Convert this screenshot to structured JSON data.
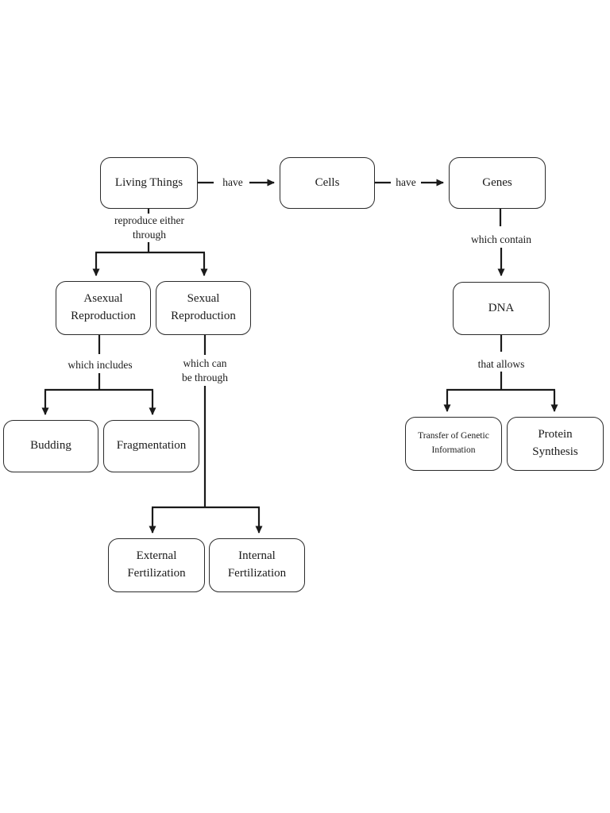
{
  "diagram": {
    "title": "Living things concept map",
    "colors": {
      "background": "#ffffff",
      "line": "#1a1a1a",
      "box_border": "#2b2b2b",
      "text": "#1b1b1b"
    },
    "nodes": {
      "living_things": {
        "label": "Living Things"
      },
      "cells": {
        "label": "Cells"
      },
      "genes": {
        "label": "Genes"
      },
      "asexual_reproduction": {
        "label": "Asexual\nReproduction"
      },
      "sexual_reproduction": {
        "label": "Sexual\nReproduction"
      },
      "dna": {
        "label": "DNA"
      },
      "budding": {
        "label": "Budding"
      },
      "fragmentation": {
        "label": "Fragmentation"
      },
      "transfer_genetic_information": {
        "label": "Transfer of Genetic\nInformation"
      },
      "protein_synthesis": {
        "label": "Protein\nSynthesis"
      },
      "external_fertilization": {
        "label": "External\nFertilization"
      },
      "internal_fertilization": {
        "label": "Internal\nFertilization"
      }
    },
    "edge_labels": {
      "have_1": "have",
      "have_2": "have",
      "reproduce_either_through": "reproduce either\nthrough",
      "which_contain": "which contain",
      "which_includes": "which includes",
      "which_can_be_through": "which can\nbe through",
      "that_allows": "that allows"
    },
    "edges": [
      {
        "from": "living_things",
        "to": "cells",
        "label": "have"
      },
      {
        "from": "cells",
        "to": "genes",
        "label": "have"
      },
      {
        "from": "living_things",
        "to": "asexual_reproduction",
        "label": "reproduce either through"
      },
      {
        "from": "living_things",
        "to": "sexual_reproduction",
        "label": "reproduce either through"
      },
      {
        "from": "genes",
        "to": "dna",
        "label": "which contain"
      },
      {
        "from": "asexual_reproduction",
        "to": "budding",
        "label": "which includes"
      },
      {
        "from": "asexual_reproduction",
        "to": "fragmentation",
        "label": "which includes"
      },
      {
        "from": "sexual_reproduction",
        "to": "external_fertilization",
        "label": "which can be through"
      },
      {
        "from": "sexual_reproduction",
        "to": "internal_fertilization",
        "label": "which can be through"
      },
      {
        "from": "dna",
        "to": "transfer_genetic_information",
        "label": "that allows"
      },
      {
        "from": "dna",
        "to": "protein_synthesis",
        "label": "that allows"
      }
    ]
  }
}
